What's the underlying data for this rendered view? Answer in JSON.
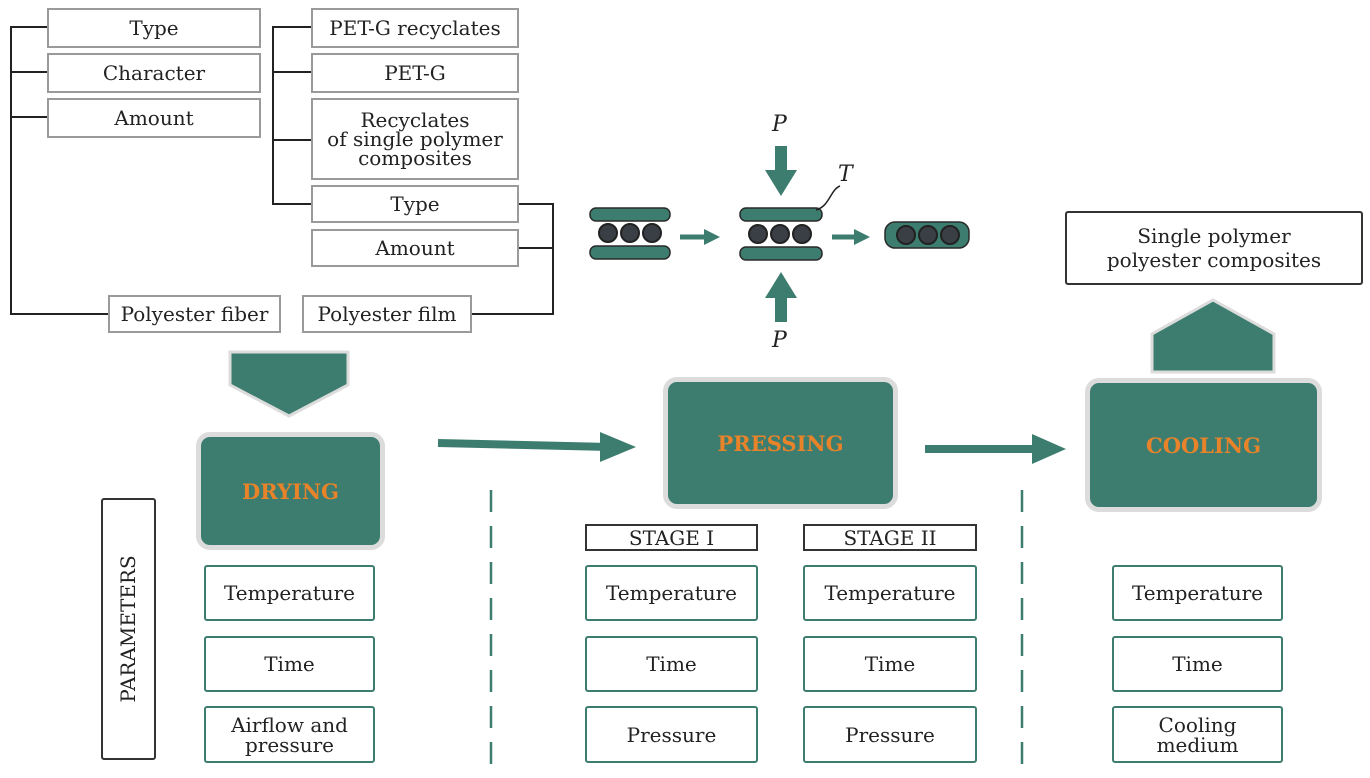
{
  "matrix_group": {
    "fiber_attributes": [
      "Type",
      "Character",
      "Amount"
    ],
    "fiber_label": "Polyester fiber"
  },
  "film_group": {
    "items": [
      "PET-G recyclates",
      "PET-G",
      "Recyclates\nof single polymer\ncomposites"
    ],
    "attributes": [
      "Type",
      "Amount"
    ],
    "film_label": "Polyester film"
  },
  "schematic": {
    "pressure_label": "P",
    "temperature_label": "T"
  },
  "processes": {
    "drying": "DRYING",
    "pressing": "PRESSING",
    "cooling": "COOLING"
  },
  "stages": [
    "STAGE I",
    "STAGE II"
  ],
  "parameters_label": "PARAMETERS",
  "drying_params": [
    "Temperature",
    "Time",
    "Airflow and\npressure"
  ],
  "stage1_params": [
    "Temperature",
    "Time",
    "Pressure"
  ],
  "stage2_params": [
    "Temperature",
    "Time",
    "Pressure"
  ],
  "cooling_params": [
    "Temperature",
    "Time",
    "Cooling\nmedium"
  ],
  "product_label": "Single polymer\npolyester composites",
  "colors": {
    "teal": "#3d7d6f",
    "orange_text": "#e8832a",
    "dark_bar": "#3a3f45",
    "grey_border": "#9a9a9a"
  }
}
